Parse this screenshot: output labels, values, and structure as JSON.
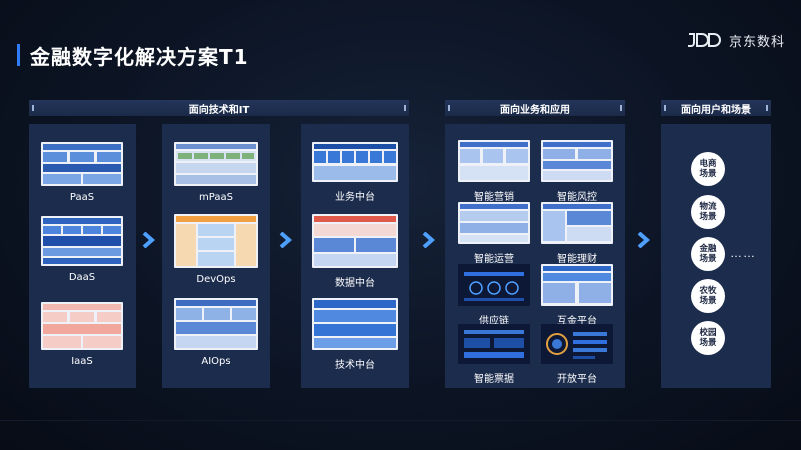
{
  "header": {
    "title": "金融数字化解决方案T1",
    "logo_text": "京东数科",
    "accent": "#2f7cf6"
  },
  "sections": {
    "tech": "面向技术和IT",
    "business": "面向业务和应用",
    "users": "面向用户和场景"
  },
  "columns": {
    "col1": [
      "PaaS",
      "DaaS",
      "IaaS"
    ],
    "col2": [
      "mPaaS",
      "DevOps",
      "AIOps"
    ],
    "col3": [
      "业务中台",
      "数据中台",
      "技术中台"
    ],
    "business_items": [
      "智能营销",
      "智能风控",
      "智能运营",
      "智能理财",
      "供应链",
      "互金平台",
      "智能票据",
      "开放平台"
    ]
  },
  "scenarios": [
    [
      "电商",
      "场景"
    ],
    [
      "物流",
      "场景"
    ],
    [
      "金融",
      "场景"
    ],
    [
      "农牧",
      "场景"
    ],
    [
      "校园",
      "场景"
    ]
  ],
  "more": "……",
  "icons": {
    "arrow": "chevron-right-icon"
  }
}
